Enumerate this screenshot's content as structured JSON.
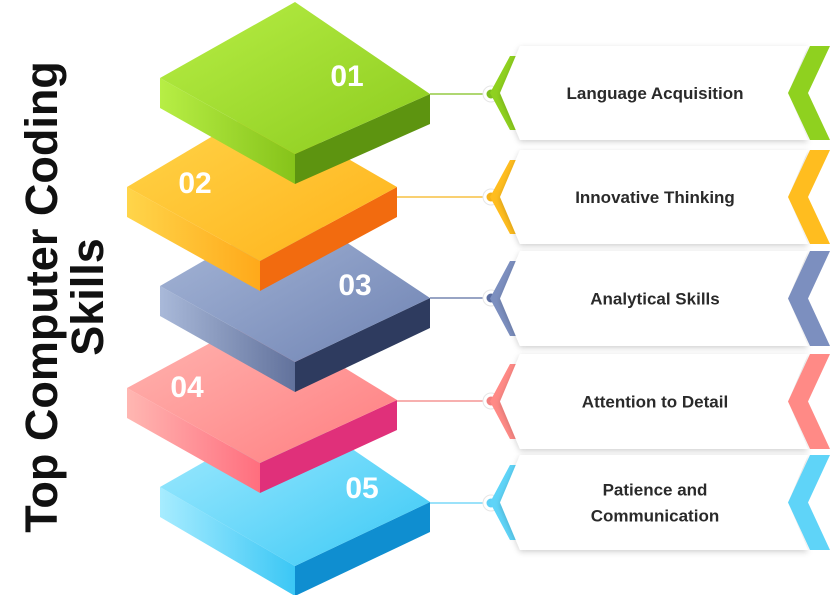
{
  "title": {
    "line1": "Top Computer Coding",
    "line2": "Skills"
  },
  "steps": [
    {
      "number": "01",
      "label_lines": [
        "Language Acquisition"
      ],
      "colors": {
        "top_light": "#b7ee45",
        "top_dark": "#8ccb1e",
        "side_left": "#86c31a",
        "side_right": "#5d9410",
        "connector": "#7fbf1f",
        "chevron": "#8fd11f"
      }
    },
    {
      "number": "02",
      "label_lines": [
        "Innovative Thinking"
      ],
      "colors": {
        "top_light": "#ffd54a",
        "top_dark": "#ffb21a",
        "side_left": "#ffa91a",
        "side_right": "#f26b0f",
        "connector": "#f5b31c",
        "chevron": "#ffbd1f"
      }
    },
    {
      "number": "03",
      "label_lines": [
        "Analytical Skills"
      ],
      "colors": {
        "top_light": "#a9b9d9",
        "top_dark": "#6f83b3",
        "side_left": "#62729c",
        "side_right": "#2e3b5f",
        "connector": "#5b6da0",
        "chevron": "#7c8fbf"
      }
    },
    {
      "number": "04",
      "label_lines": [
        "Attention to Detail"
      ],
      "colors": {
        "top_light": "#ffb7b2",
        "top_dark": "#ff7d80",
        "side_left": "#ff6e7e",
        "side_right": "#e0307a",
        "connector": "#f2807f",
        "chevron": "#ff8a86"
      }
    },
    {
      "number": "05",
      "label_lines": [
        "Patience and",
        "Communication"
      ],
      "colors": {
        "top_light": "#a7ecff",
        "top_dark": "#39c8f5",
        "side_left": "#3bc7f5",
        "side_right": "#0f8ed0",
        "connector": "#5fd0f6",
        "chevron": "#5fd4f8"
      }
    }
  ]
}
